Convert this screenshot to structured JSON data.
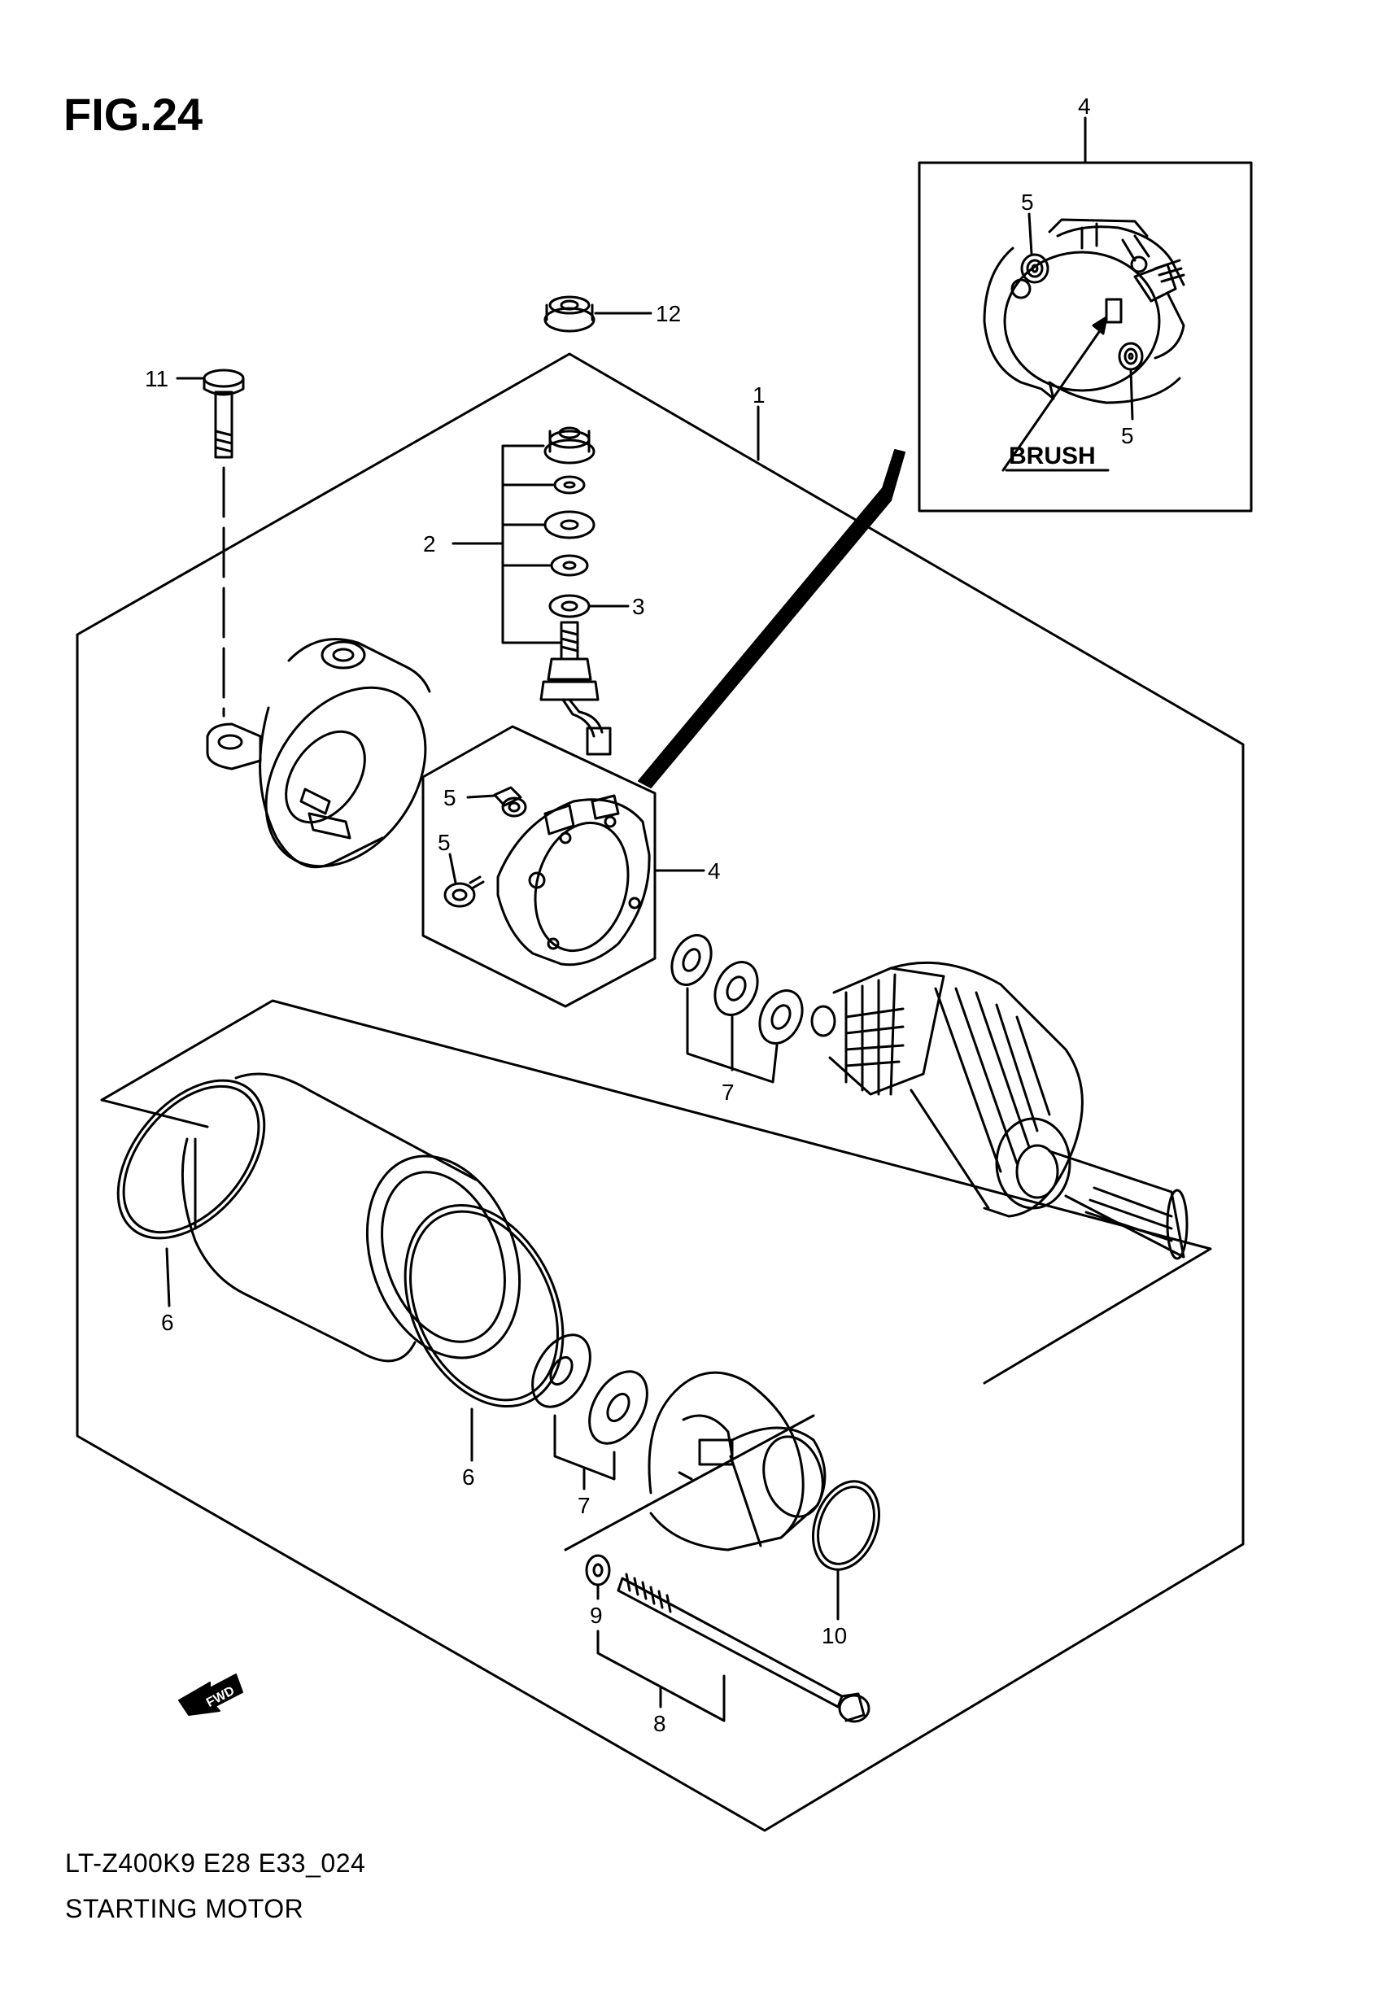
{
  "figure_label": "FIG.24",
  "diagram_code": "LT-Z400K9  E28  E33_024",
  "diagram_title": "STARTING MOTOR",
  "inset_label": "BRUSH",
  "fwd_label": "FWD",
  "callouts": {
    "c1": "1",
    "c2": "2",
    "c3": "3",
    "c4_inset": "4",
    "c4_main": "4",
    "c5_inset_top": "5",
    "c5_inset_bottom": "5",
    "c5_main_top": "5",
    "c5_main_bottom": "5",
    "c6_left": "6",
    "c6_bottom": "6",
    "c7_upper": "7",
    "c7_lower": "7",
    "c8": "8",
    "c9": "9",
    "c10": "10",
    "c11": "11",
    "c12": "12"
  },
  "colors": {
    "ink": "#000000",
    "paper": "#ffffff"
  }
}
